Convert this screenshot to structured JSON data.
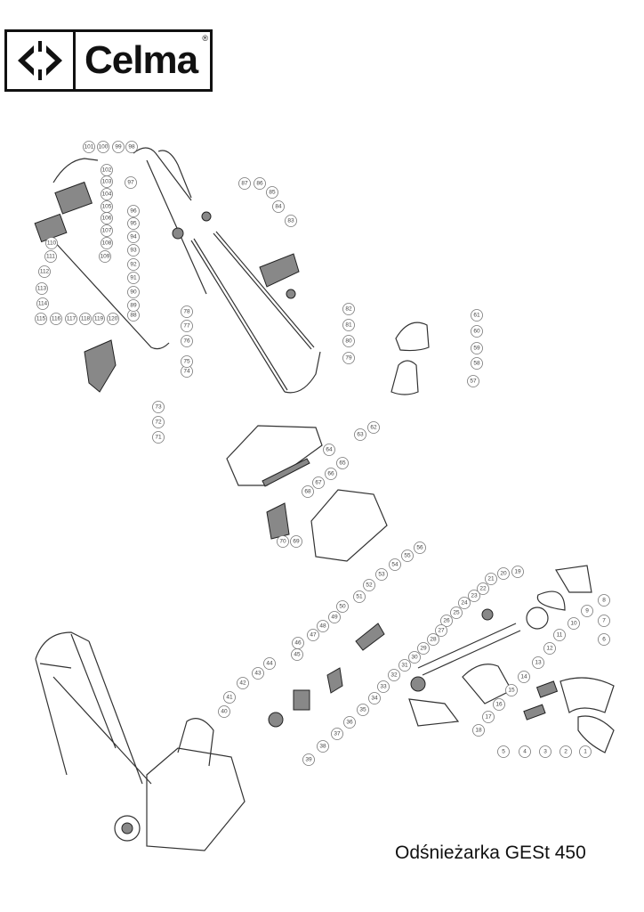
{
  "logo": {
    "text": "Celma",
    "registered": "®"
  },
  "title": "Odśnieżarka GESt 450",
  "callouts": [
    "1",
    "2",
    "3",
    "4",
    "5",
    "6",
    "7",
    "8",
    "9",
    "10",
    "11",
    "12",
    "13",
    "14",
    "15",
    "16",
    "17",
    "18",
    "19",
    "20",
    "21",
    "22",
    "23",
    "24",
    "25",
    "26",
    "27",
    "28",
    "29",
    "30",
    "31",
    "32",
    "33",
    "34",
    "35",
    "36",
    "37",
    "38",
    "39",
    "40",
    "41",
    "42",
    "43",
    "44",
    "45",
    "46",
    "47",
    "48",
    "49",
    "50",
    "51",
    "52",
    "53",
    "54",
    "55",
    "56",
    "57",
    "58",
    "59",
    "60",
    "61",
    "62",
    "63",
    "64",
    "65",
    "66",
    "67",
    "68",
    "69",
    "70",
    "71",
    "72",
    "73",
    "74",
    "75",
    "76",
    "77",
    "78",
    "79",
    "80",
    "81",
    "82",
    "83",
    "84",
    "85",
    "86",
    "87",
    "88",
    "89",
    "90",
    "91",
    "92",
    "93",
    "94",
    "95",
    "96",
    "97",
    "98",
    "99",
    "100",
    "101",
    "102",
    "103",
    "104",
    "105",
    "106",
    "107",
    "108",
    "109",
    "110",
    "111",
    "112",
    "113",
    "114",
    "115",
    "116",
    "117",
    "118",
    "119",
    "120"
  ]
}
